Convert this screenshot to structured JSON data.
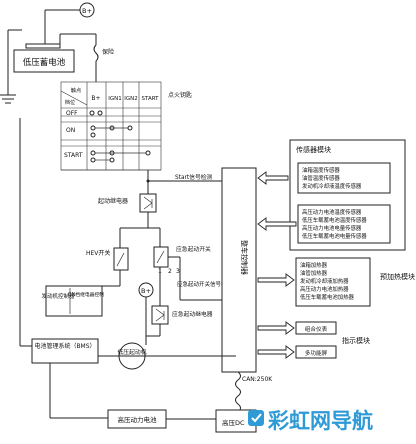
{
  "labels": {
    "lv_battery": "低压蓄电池",
    "b_plus_top": "B+",
    "fuse": "保险",
    "ignition_switch": "点火钥匙",
    "table_contact": "触点",
    "table_position": "档位",
    "col_b": "B+",
    "col_ign1": "IGN1",
    "col_ign2": "IGN2",
    "col_start": "START",
    "row_off": "OFF",
    "row_on": "ON",
    "row_start": "START",
    "start_signal": "Start信号检测",
    "start_relay": "起动继电器",
    "hev_switch": "HEV开关",
    "emergency_switch": "应急起动开关",
    "terminal_1": "1",
    "terminal_2": "2",
    "terminal_3": "3",
    "engine_controller": "发动机控制器",
    "on_relay_control": "ON档继电器控制",
    "b_plus_lower": "B+",
    "emergency_signal": "应急起动开关信号检测",
    "emergency_relay": "应急起动继电器",
    "vehicle_controller": "整车控制器",
    "lv_starter": "低压起动机",
    "bms": "电池管理系统（BMS）",
    "can": "CAN:250K",
    "hv_battery": "高压动力电池",
    "hv_device": "高压DC",
    "sensor_module": "传感器模块",
    "preheat_module": "预加热模块",
    "indicator_module": "指示模块"
  },
  "sensor_group_1": [
    "油箱温度传感器",
    "油管温度传感器",
    "发动机冷却液温度传感器"
  ],
  "sensor_group_2": [
    "高压动力电池温度传感器",
    "低压车载蓄电池温度传感器",
    "高压动力电池电量传感器",
    "低压车载蓄电池电量传感器"
  ],
  "preheaters": [
    "油箱加热器",
    "油管加热器",
    "发动机冷却液加热器",
    "高压动力电池加热器",
    "低压车载蓄电池加热器"
  ],
  "indicators": [
    "组合仪表",
    "多功能屏"
  ],
  "watermark": "彩虹网导航",
  "colors": {
    "ink": "#222222",
    "watermark": "#2f9bd6"
  }
}
